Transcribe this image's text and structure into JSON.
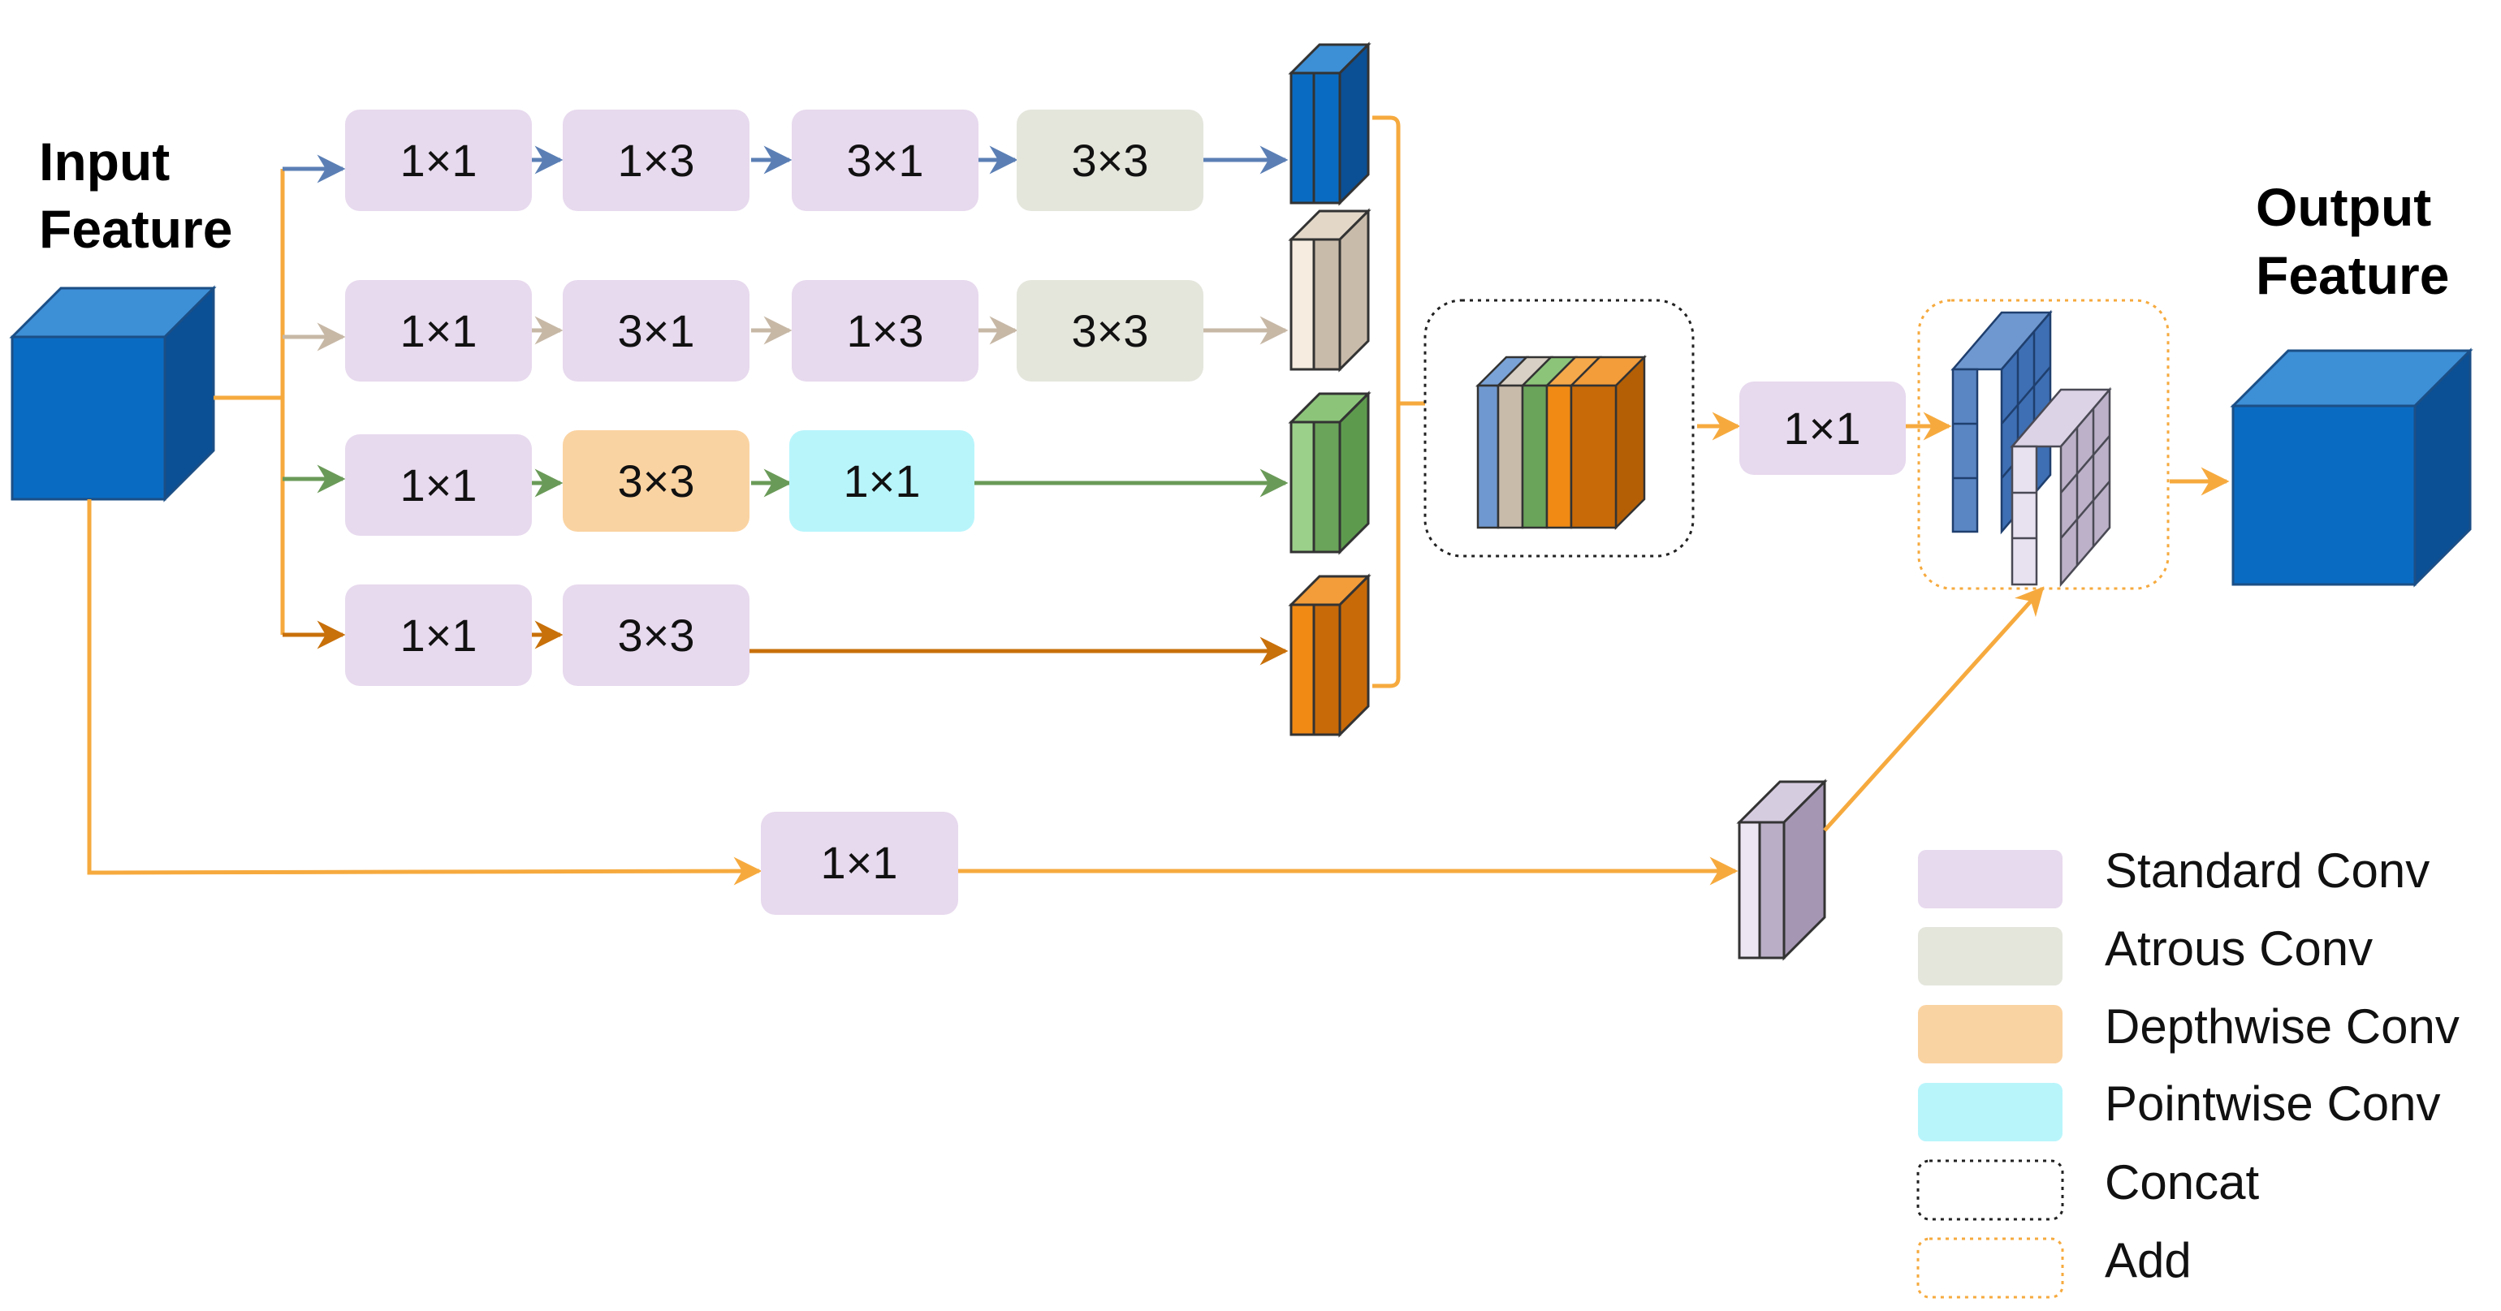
{
  "input_title": [
    "Input",
    "Feature"
  ],
  "output_title": [
    "Output",
    "Feature"
  ],
  "colors": {
    "standard": "#e7d9ee",
    "atrous": "#e4e6dc",
    "depthwise": "#fad3a2",
    "pointwise": "#b8f5fb",
    "orange_arrow": "#f6aa3e",
    "branch_blue": "#5b7fb5",
    "branch_beige": "#c7b8a6",
    "branch_green": "#6a9a58",
    "branch_orange": "#c8700a",
    "cube_blue": "#0a6bc2"
  },
  "branches": [
    {
      "ops": [
        {
          "label": "1×1",
          "kind": "standard"
        },
        {
          "label": "1×3",
          "kind": "standard"
        },
        {
          "label": "3×1",
          "kind": "standard"
        },
        {
          "label": "3×3",
          "kind": "atrous"
        }
      ]
    },
    {
      "ops": [
        {
          "label": "1×1",
          "kind": "standard"
        },
        {
          "label": "3×1",
          "kind": "standard"
        },
        {
          "label": "1×3",
          "kind": "standard"
        },
        {
          "label": "3×3",
          "kind": "atrous"
        }
      ]
    },
    {
      "ops": [
        {
          "label": "1×1",
          "kind": "standard"
        },
        {
          "label": "3×3",
          "kind": "depthwise"
        },
        {
          "label": "1×1",
          "kind": "pointwise"
        }
      ]
    },
    {
      "ops": [
        {
          "label": "1×1",
          "kind": "standard"
        },
        {
          "label": "3×3",
          "kind": "standard"
        }
      ]
    }
  ],
  "shortcut_op": {
    "label": "1×1",
    "kind": "standard"
  },
  "after_concat_op": {
    "label": "1×1",
    "kind": "standard"
  },
  "legend": [
    {
      "label": "Standard Conv",
      "swatch": "standard"
    },
    {
      "label": "Atrous Conv",
      "swatch": "atrous"
    },
    {
      "label": "Depthwise Conv",
      "swatch": "depthwise"
    },
    {
      "label": "Pointwise Conv",
      "swatch": "pointwise"
    },
    {
      "label": "Concat",
      "swatch": "concat"
    },
    {
      "label": "Add",
      "swatch": "add"
    }
  ]
}
